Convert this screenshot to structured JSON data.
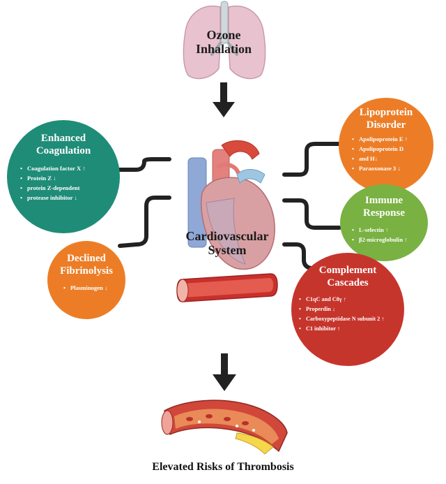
{
  "top_node": {
    "line1": "Ozone",
    "line2": "Inhalation"
  },
  "center_node": {
    "line1": "Cardiovascular",
    "line2": "System"
  },
  "bottom_node": {
    "title": "Elevated Risks of Thrombosis"
  },
  "colors": {
    "teal": "#1f8c78",
    "orange": "#ec7d26",
    "green": "#79b142",
    "red": "#c6352c",
    "lung": "#e8c3cf",
    "arrow": "#222222"
  },
  "nodes": {
    "enhanced_coagulation": {
      "title1": "Enhanced",
      "title2": "Coagulation",
      "items": [
        "Coagulation factor X ↑",
        "Protein Z ↓",
        "protein Z-dependent",
        "protease inhibitor ↓"
      ]
    },
    "declined_fibrinolysis": {
      "title1": "Declined",
      "title2": "Fibrinolysis",
      "items": [
        "Plasminogen ↓"
      ]
    },
    "lipoprotein_disorder": {
      "title1": "Lipoprotein",
      "title2": "Disorder",
      "items": [
        "Apolipoprotein E ↑",
        "Apolipoprotein D",
        "and H↓",
        "Paraoxonase 3 ↓"
      ]
    },
    "immune_response": {
      "title1": "Immune",
      "title2": "Response",
      "items": [
        "L-selectin ↑",
        "β2-microglobulin ↑"
      ]
    },
    "complement_cascades": {
      "title1": "Complement",
      "title2": "Cascades",
      "items": [
        "C1qC and C8γ ↑",
        "Properdin ↓",
        "Carboxypeptidase N subunit 2 ↑",
        "C1 inhibitor ↑"
      ]
    }
  }
}
